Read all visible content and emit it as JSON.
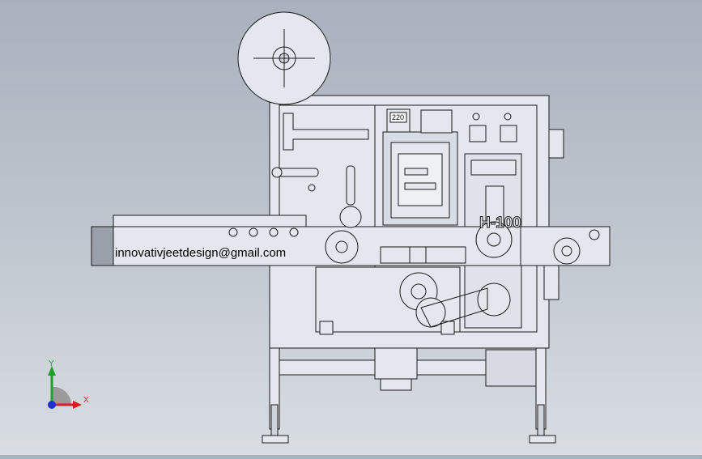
{
  "model": {
    "machine_model": "H-100",
    "email_banner": "innovativjeetdesign@gmail.com",
    "voltage_readout": "220"
  },
  "triad": {
    "x_label": "X",
    "y_label": "Y"
  },
  "colors": {
    "background_top": "#a9b1bd",
    "background_bottom": "#d9dde2",
    "part_fill": "#e4e7ee",
    "edge": "#1a1a1a",
    "x_axis": "#d42020",
    "y_axis": "#1fa02a",
    "z_axis": "#2030d0"
  }
}
